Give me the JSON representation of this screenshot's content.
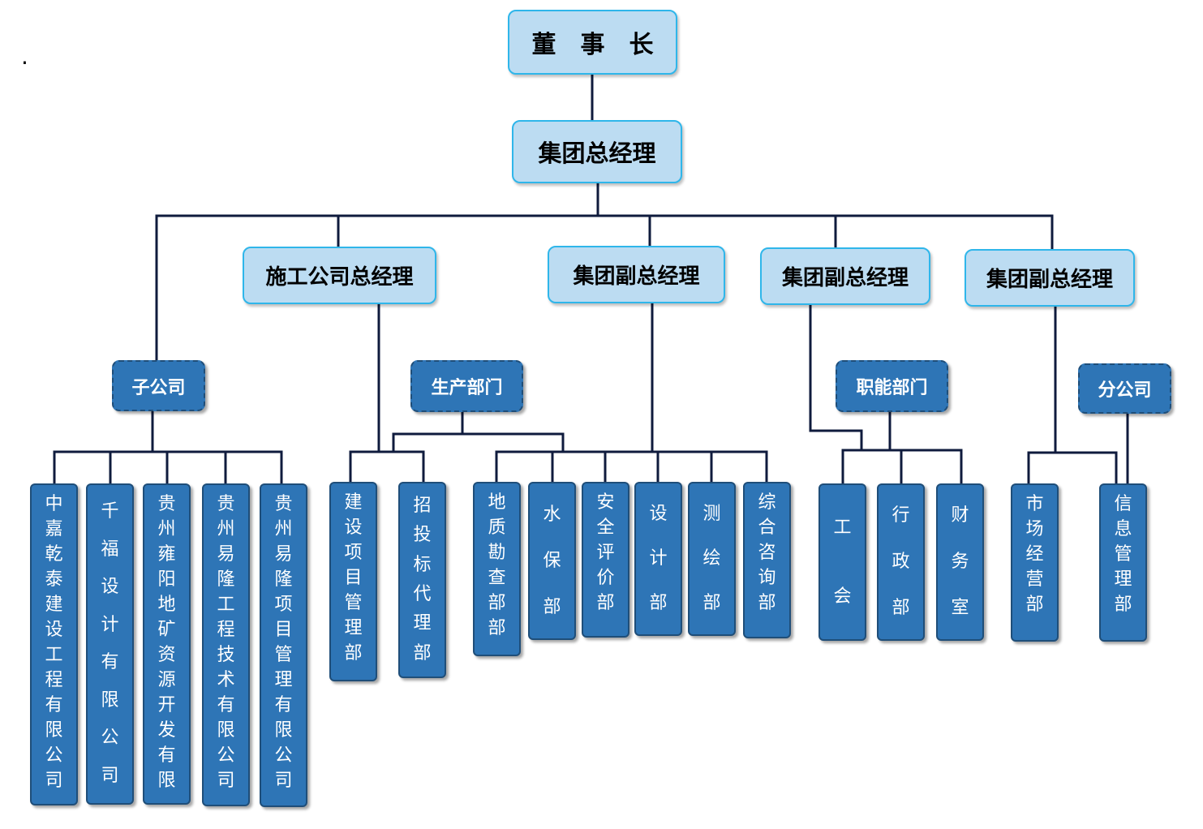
{
  "chairman": "董　事　长",
  "gm": "集团总经理",
  "managers": {
    "construction": "施工公司总经理",
    "vp1": "集团副总经理",
    "vp2": "集团副总经理",
    "vp3": "集团副总经理"
  },
  "groups": {
    "subsidiaries": "子公司",
    "production": "生产部门",
    "functional": "职能部门",
    "branches": "分公司"
  },
  "subsidiaries": [
    "中嘉乾泰建设工程有限公司",
    "千福设计有限公司",
    "贵州雍阳地矿资源开发有限",
    "贵州易隆工程技术有限公司",
    "贵州易隆项目管理有限公司"
  ],
  "construction_units": [
    "建设项目管理部",
    "招投标代理部"
  ],
  "production_units": [
    "地质勘查部部",
    "水保部",
    "安全评价部",
    "设计部",
    "测绘部",
    "综合咨询部"
  ],
  "functional_units": [
    "工会",
    "行政部",
    "财务室"
  ],
  "branch_units": [
    "市场经营部",
    "信息管理部"
  ],
  "colors": {
    "top_fill": "#bcdcf2",
    "top_border": "#2fb6ea",
    "unit_fill": "#2e75b6",
    "unit_border": "#1f4e79",
    "line": "#0f1b3d"
  }
}
